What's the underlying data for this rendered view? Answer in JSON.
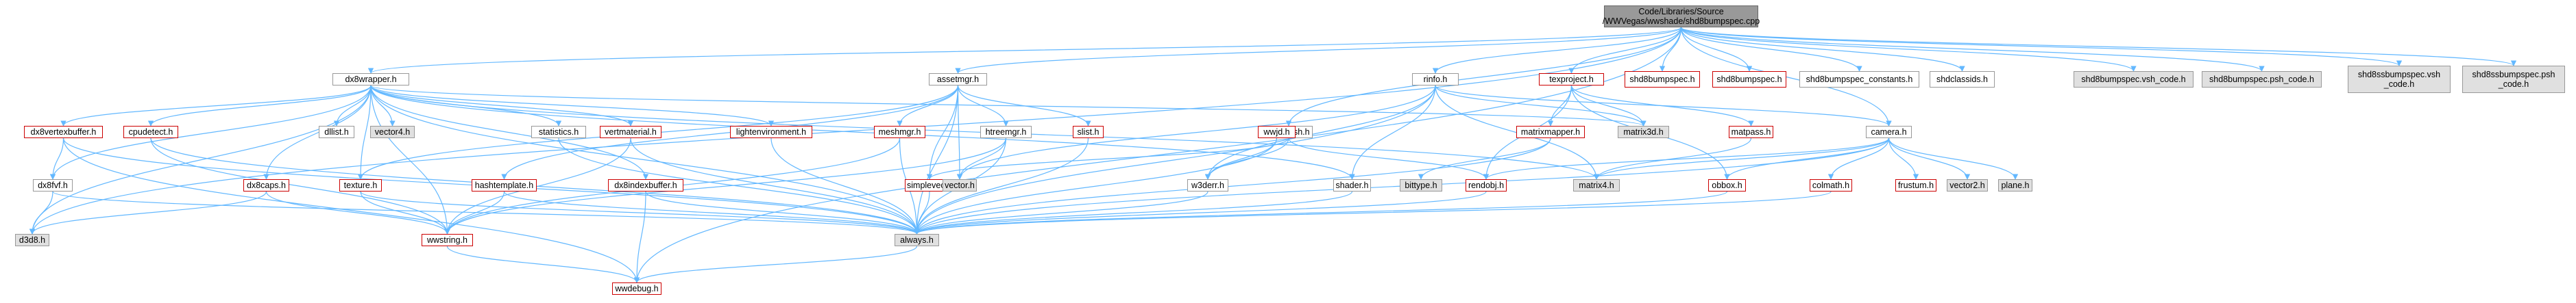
{
  "graph": {
    "edge_color": "#63b8ff",
    "root": "root",
    "nodes": [
      {
        "id": "root",
        "label": "Code/Libraries/Source\n/WWVegas/wwshade/shd8bumpspec.cpp",
        "style": "root"
      },
      {
        "id": "dx8wrapper",
        "label": "dx8wrapper.h",
        "style": "normal"
      },
      {
        "id": "assetmgr",
        "label": "assetmgr.h",
        "style": "normal"
      },
      {
        "id": "rinfo",
        "label": "rinfo.h",
        "style": "normal"
      },
      {
        "id": "texproject",
        "label": "texproject.h",
        "style": "red"
      },
      {
        "id": "shd8bumpspec",
        "label": "shd8bumpspec.h",
        "style": "red"
      },
      {
        "id": "shd8bumpdiff",
        "label": "shd8bumpspec.h",
        "style": "red"
      },
      {
        "id": "shd8bumpspec_constants",
        "label": "shd8bumpspec_constants.h",
        "style": "normal"
      },
      {
        "id": "shdclassids",
        "label": "shdclassids.h",
        "style": "normal"
      },
      {
        "id": "shd8bumpspec_vsh",
        "label": "shd8bumpspec.vsh_code.h",
        "style": "gray"
      },
      {
        "id": "shd8bumpspec_psh",
        "label": "shd8bumpspec.psh_code.h",
        "style": "gray"
      },
      {
        "id": "shd8ssbumpspec_vsh",
        "label": "shd8ssbumpspec.vsh\n_code.h",
        "style": "gray"
      },
      {
        "id": "shd8ssbumpspec_psh",
        "label": "shd8ssbumpspec.psh\n_code.h",
        "style": "gray"
      },
      {
        "id": "dx8vertexbuffer",
        "label": "dx8vertexbuffer.h",
        "style": "red"
      },
      {
        "id": "cpudetect",
        "label": "cpudetect.h",
        "style": "red"
      },
      {
        "id": "dllist",
        "label": "dllist.h",
        "style": "normal"
      },
      {
        "id": "vector4",
        "label": "vector4.h",
        "style": "gray"
      },
      {
        "id": "statistics",
        "label": "statistics.h",
        "style": "normal"
      },
      {
        "id": "vertmaterial",
        "label": "vertmaterial.h",
        "style": "red"
      },
      {
        "id": "lightenvironment",
        "label": "lightenvironment.h",
        "style": "red"
      },
      {
        "id": "meshmgr_n",
        "label": "meshmgr.h",
        "style": "red"
      },
      {
        "id": "slist",
        "label": "slist.h",
        "style": "red"
      },
      {
        "id": "htreemgr",
        "label": "htreemgr.h",
        "style": "normal"
      },
      {
        "id": "shdmesh",
        "label": "shdmesh.h",
        "style": "normal"
      },
      {
        "id": "wwjd",
        "label": "wwjd.h",
        "style": "red"
      },
      {
        "id": "matrix3d",
        "label": "matrix3d.h",
        "style": "gray"
      },
      {
        "id": "matrixmapper",
        "label": "matrixmapper.h",
        "style": "red"
      },
      {
        "id": "matpass",
        "label": "matpass.h",
        "style": "red"
      },
      {
        "id": "camera",
        "label": "camera.h",
        "style": "normal"
      },
      {
        "id": "dx8fvf",
        "label": "dx8fvf.h",
        "style": "normal"
      },
      {
        "id": "dx8caps",
        "label": "dx8caps.h",
        "style": "red"
      },
      {
        "id": "texture",
        "label": "texture.h",
        "style": "red"
      },
      {
        "id": "hashtemplate",
        "label": "hashtemplate.h",
        "style": "red"
      },
      {
        "id": "dx8indexbuffer",
        "label": "dx8indexbuffer.h",
        "style": "red"
      },
      {
        "id": "simplevec",
        "label": "simplevec.h",
        "style": "red"
      },
      {
        "id": "vector",
        "label": "vector.h",
        "style": "gray"
      },
      {
        "id": "w3derr",
        "label": "w3derr.h",
        "style": "normal"
      },
      {
        "id": "shader",
        "label": "shader.h",
        "style": "normal"
      },
      {
        "id": "bittype",
        "label": "bittype.h",
        "style": "gray"
      },
      {
        "id": "rendobj",
        "label": "rendobj.h",
        "style": "red"
      },
      {
        "id": "matrix4",
        "label": "matrix4.h",
        "style": "gray"
      },
      {
        "id": "obbox",
        "label": "obbox.h",
        "style": "red"
      },
      {
        "id": "colmath",
        "label": "colmath.h",
        "style": "red"
      },
      {
        "id": "frustum",
        "label": "frustum.h",
        "style": "red"
      },
      {
        "id": "vector2",
        "label": "vector2.h",
        "style": "gray"
      },
      {
        "id": "plane",
        "label": "plane.h",
        "style": "gray"
      },
      {
        "id": "d3d8",
        "label": "d3d8.h",
        "style": "gray"
      },
      {
        "id": "wwstring",
        "label": "wwstring.h",
        "style": "red"
      },
      {
        "id": "always",
        "label": "always.h",
        "style": "gray"
      },
      {
        "id": "wwdebug",
        "label": "wwdebug.h",
        "style": "red"
      }
    ],
    "edges": [
      [
        "root",
        "dx8wrapper"
      ],
      [
        "root",
        "assetmgr"
      ],
      [
        "root",
        "rinfo"
      ],
      [
        "root",
        "texproject"
      ],
      [
        "root",
        "shd8bumpspec"
      ],
      [
        "root",
        "shd8bumpdiff"
      ],
      [
        "root",
        "shd8bumpspec_constants"
      ],
      [
        "root",
        "shdclassids"
      ],
      [
        "root",
        "shd8bumpspec_vsh"
      ],
      [
        "root",
        "shd8bumpspec_psh"
      ],
      [
        "root",
        "shd8ssbumpspec_vsh"
      ],
      [
        "root",
        "shd8ssbumpspec_psh"
      ],
      [
        "root",
        "shdmesh"
      ],
      [
        "root",
        "camera"
      ],
      [
        "root",
        "d3d8"
      ],
      [
        "root",
        "wwdebug"
      ],
      [
        "dx8wrapper",
        "dx8vertexbuffer"
      ],
      [
        "dx8wrapper",
        "cpudetect"
      ],
      [
        "dx8wrapper",
        "dllist"
      ],
      [
        "dx8wrapper",
        "vector4"
      ],
      [
        "dx8wrapper",
        "statistics"
      ],
      [
        "dx8wrapper",
        "vertmaterial"
      ],
      [
        "dx8wrapper",
        "lightenvironment"
      ],
      [
        "dx8wrapper",
        "dx8caps"
      ],
      [
        "dx8wrapper",
        "texture"
      ],
      [
        "dx8wrapper",
        "dx8indexbuffer"
      ],
      [
        "dx8wrapper",
        "matrix3d"
      ],
      [
        "dx8wrapper",
        "matrix4"
      ],
      [
        "dx8wrapper",
        "shader"
      ],
      [
        "dx8wrapper",
        "d3d8"
      ],
      [
        "dx8wrapper",
        "wwstring"
      ],
      [
        "dx8wrapper",
        "always"
      ],
      [
        "dx8wrapper",
        "dx8fvf"
      ],
      [
        "assetmgr",
        "meshmgr_n"
      ],
      [
        "assetmgr",
        "slist"
      ],
      [
        "assetmgr",
        "htreemgr"
      ],
      [
        "assetmgr",
        "simplevec"
      ],
      [
        "assetmgr",
        "vector"
      ],
      [
        "assetmgr",
        "texture"
      ],
      [
        "assetmgr",
        "hashtemplate"
      ],
      [
        "assetmgr",
        "always"
      ],
      [
        "rinfo",
        "matrix3d"
      ],
      [
        "rinfo",
        "matrix4"
      ],
      [
        "rinfo",
        "shader"
      ],
      [
        "rinfo",
        "w3derr"
      ],
      [
        "rinfo",
        "always"
      ],
      [
        "rinfo",
        "vector"
      ],
      [
        "rinfo",
        "camera"
      ],
      [
        "texproject",
        "matrixmapper"
      ],
      [
        "texproject",
        "matpass"
      ],
      [
        "texproject",
        "matrix3d"
      ],
      [
        "texproject",
        "obbox"
      ],
      [
        "texproject",
        "rendobj"
      ],
      [
        "dx8vertexbuffer",
        "dx8fvf"
      ],
      [
        "dx8vertexbuffer",
        "wwdebug"
      ],
      [
        "dx8vertexbuffer",
        "always"
      ],
      [
        "cpudetect",
        "wwstring"
      ],
      [
        "cpudetect",
        "always"
      ],
      [
        "statistics",
        "always"
      ],
      [
        "vertmaterial",
        "always"
      ],
      [
        "vertmaterial",
        "wwstring"
      ],
      [
        "lightenvironment",
        "always"
      ],
      [
        "meshmgr_n",
        "always"
      ],
      [
        "meshmgr_n",
        "wwstring"
      ],
      [
        "slist",
        "always"
      ],
      [
        "htreemgr",
        "vector"
      ],
      [
        "htreemgr",
        "always"
      ],
      [
        "htreemgr",
        "wwstring"
      ],
      [
        "shdmesh",
        "w3derr"
      ],
      [
        "shdmesh",
        "simplevec"
      ],
      [
        "shdmesh",
        "rendobj"
      ],
      [
        "wwjd",
        "w3derr"
      ],
      [
        "wwjd",
        "always"
      ],
      [
        "matrixmapper",
        "bittype"
      ],
      [
        "matrixmapper",
        "always"
      ],
      [
        "matpass",
        "matrix4"
      ],
      [
        "camera",
        "obbox"
      ],
      [
        "camera",
        "colmath"
      ],
      [
        "camera",
        "frustum"
      ],
      [
        "camera",
        "vector2"
      ],
      [
        "camera",
        "plane"
      ],
      [
        "camera",
        "matrix4"
      ],
      [
        "camera",
        "rendobj"
      ],
      [
        "camera",
        "always"
      ],
      [
        "dx8fvf",
        "d3d8"
      ],
      [
        "dx8fvf",
        "always"
      ],
      [
        "dx8caps",
        "d3d8"
      ],
      [
        "dx8caps",
        "wwstring"
      ],
      [
        "texture",
        "wwstring"
      ],
      [
        "texture",
        "always"
      ],
      [
        "hashtemplate",
        "wwstring"
      ],
      [
        "hashtemplate",
        "always"
      ],
      [
        "dx8indexbuffer",
        "wwdebug"
      ],
      [
        "dx8indexbuffer",
        "always"
      ],
      [
        "simplevec",
        "always"
      ],
      [
        "w3derr",
        "always"
      ],
      [
        "shader",
        "always"
      ],
      [
        "rendobj",
        "always"
      ],
      [
        "obbox",
        "always"
      ],
      [
        "colmath",
        "always"
      ],
      [
        "wwstring",
        "wwdebug"
      ],
      [
        "always",
        "wwdebug"
      ]
    ]
  }
}
